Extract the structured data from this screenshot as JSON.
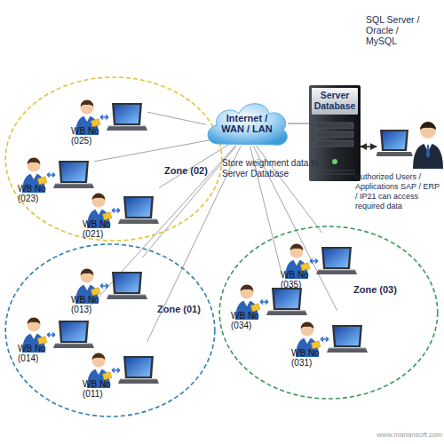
{
  "diagram": {
    "nodes": [
      {
        "text": [
          "Zone (02)"
        ]
      },
      {
        "text": [
          "WB No (025)"
        ],
        "in": 0
      },
      {
        "text": [
          "WB No (023)"
        ],
        "in": 0
      },
      {
        "text": [
          "WB No (021)"
        ],
        "in": 0
      },
      {
        "text": [
          "Internet / WAN / LAN"
        ]
      },
      {
        "text": [
          "Server Database"
        ]
      },
      {
        "text": [
          "Authorized Users / Applications SAP / ERP / IP21 can access required data"
        ]
      },
      {
        "text": [
          "Zone (01)"
        ]
      },
      {
        "text": [
          "WB No (013)"
        ],
        "in": 7
      },
      {
        "text": [
          "WB No (014)"
        ],
        "in": 7
      },
      {
        "text": [
          "WB No (011)"
        ],
        "in": 7
      },
      {
        "text": [
          "Zone (03)"
        ]
      },
      {
        "text": [
          "WB No (035)"
        ],
        "in": 11
      },
      {
        "text": [
          "WB No (034)"
        ],
        "in": 11
      },
      {
        "text": [
          "WB No (031)"
        ],
        "in": 11
      }
    ],
    "edges": [
      {
        "from": 4,
        "to": 5,
        "arrow": "none"
      },
      {
        "from": 5,
        "to": 6,
        "arrow": "both"
      },
      {
        "from": 4,
        "to": 1,
        "arrow": "none"
      },
      {
        "from": 4,
        "to": 2,
        "arrow": "none"
      },
      {
        "from": 4,
        "to": 3,
        "arrow": "none"
      },
      {
        "from": 4,
        "to": 8,
        "arrow": "none"
      },
      {
        "from": 4,
        "to": 9,
        "arrow": "none"
      },
      {
        "from": 4,
        "to": 10,
        "arrow": "none"
      },
      {
        "from": 4,
        "to": 12,
        "arrow": "none"
      },
      {
        "from": 4,
        "to": 13,
        "arrow": "none"
      },
      {
        "from": 4,
        "to": 14,
        "arrow": "none"
      }
    ],
    "labels": [
      "SQL Server / Oracle / MySQL",
      "Store weighment data to Server Database",
      "www.mariansoft.com"
    ]
  }
}
